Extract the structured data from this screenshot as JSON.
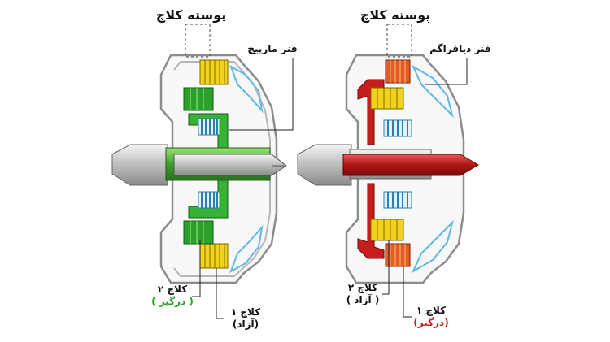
{
  "left_diagram": {
    "housing_label": "پوسته کلاچ",
    "spring_label": "فنر مارپیچ",
    "clutch2_label": "کلاچ ۲",
    "clutch2_state": "( درگیر )",
    "clutch1_label": "کلاچ ۱",
    "clutch1_state": "(آزاد)"
  },
  "right_diagram": {
    "housing_label": "پوسته کلاچ",
    "spring_label": "فنر دیافراگم",
    "clutch2_label": "کلاچ ۲",
    "clutch2_state": "( آزاد )",
    "clutch1_label": "کلاچ ۱",
    "clutch1_state": "(درگیر)"
  },
  "colors": {
    "engaged_left": "#2aa12a",
    "engaged_right": "#c81d1d",
    "friction_plate": "#f2d21a",
    "spring": "#5fb8e6",
    "housing": "#9a9a9a"
  }
}
